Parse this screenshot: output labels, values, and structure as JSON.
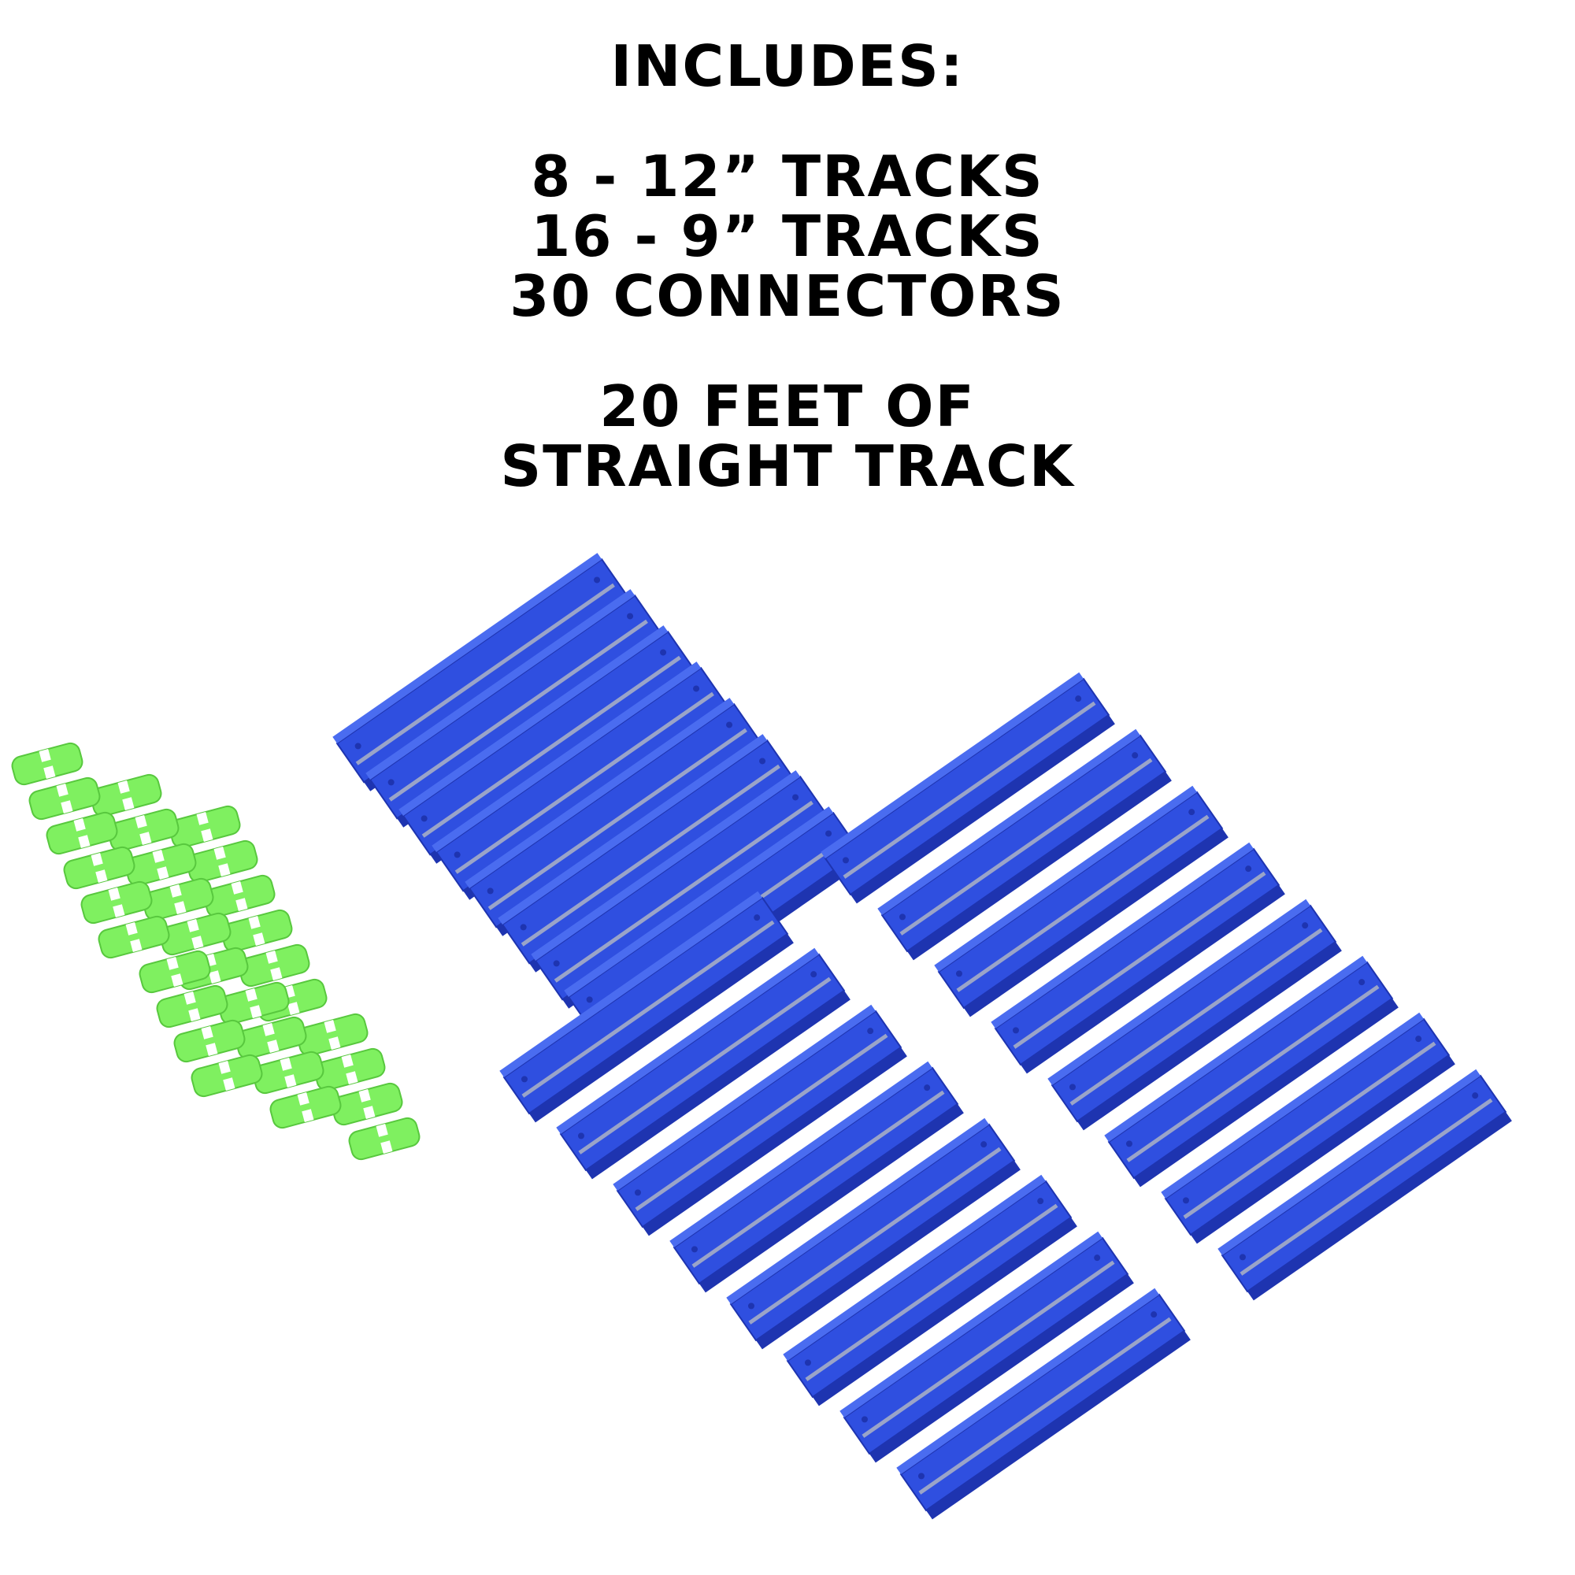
{
  "heading": "INCLUDES:",
  "contents": [
    "8 - 12” TRACKS",
    "16 - 9” TRACKS",
    "30 CONNECTORS"
  ],
  "summary": [
    "20 FEET OF",
    "STRAIGHT TRACK"
  ],
  "colors": {
    "track": "#2f4fe0",
    "track_dark": "#1e34b0",
    "track_light": "#4a6cf0",
    "rail": "#9aa4c8",
    "connector": "#7ff060",
    "connector_dark": "#58c83e",
    "text": "#000000",
    "background": "#ffffff"
  },
  "illustration": {
    "long_tracks": 8,
    "short_tracks": 16,
    "connectors": 30
  }
}
